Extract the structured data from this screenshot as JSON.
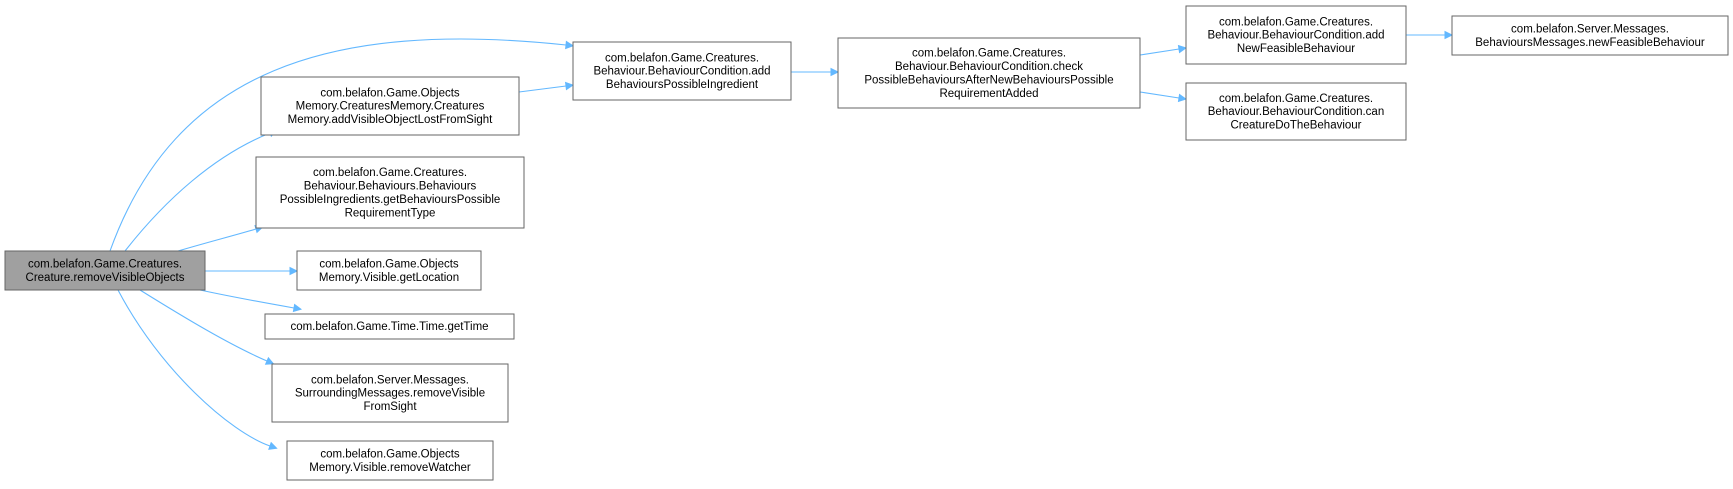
{
  "diagram": {
    "colors": {
      "edge": "#63b8ff",
      "node_border": "#666666",
      "root_fill": "#a0a0a0",
      "node_fill": "#ffffff"
    },
    "nodes": [
      {
        "id": "root",
        "lines": [
          "com.belafon.Game.Creatures.",
          "Creature.removeVisibleObjects"
        ],
        "root": true
      },
      {
        "id": "addBehavioursPossibleIngredient",
        "lines": [
          "com.belafon.Game.Creatures.",
          "Behaviour.BehaviourCondition.add",
          "BehavioursPossibleIngredient"
        ]
      },
      {
        "id": "addVisibleObjectLostFromSight",
        "lines": [
          "com.belafon.Game.Objects",
          "Memory.CreaturesMemory.Creatures",
          "Memory.addVisibleObjectLostFromSight"
        ]
      },
      {
        "id": "getBehavioursPossibleRequirementType",
        "lines": [
          "com.belafon.Game.Creatures.",
          "Behaviour.Behaviours.Behaviours",
          "PossibleIngredients.getBehavioursPossible",
          "RequirementType"
        ]
      },
      {
        "id": "getLocation",
        "lines": [
          "com.belafon.Game.Objects",
          "Memory.Visible.getLocation"
        ]
      },
      {
        "id": "getTime",
        "lines": [
          "com.belafon.Game.Time.Time.getTime"
        ]
      },
      {
        "id": "removeVisibleFromSight",
        "lines": [
          "com.belafon.Server.Messages.",
          "SurroundingMessages.removeVisible",
          "FromSight"
        ]
      },
      {
        "id": "removeWatcher",
        "lines": [
          "com.belafon.Game.Objects",
          "Memory.Visible.removeWatcher"
        ]
      },
      {
        "id": "checkPossibleBehaviours",
        "lines": [
          "com.belafon.Game.Creatures.",
          "Behaviour.BehaviourCondition.check",
          "PossibleBehavioursAfterNewBehavioursPossible",
          "RequirementAdded"
        ]
      },
      {
        "id": "addNewFeasibleBehaviour",
        "lines": [
          "com.belafon.Game.Creatures.",
          "Behaviour.BehaviourCondition.add",
          "NewFeasibleBehaviour"
        ]
      },
      {
        "id": "canCreatureDoTheBehaviour",
        "lines": [
          "com.belafon.Game.Creatures.",
          "Behaviour.BehaviourCondition.can",
          "CreatureDoTheBehaviour"
        ]
      },
      {
        "id": "newFeasibleBehaviour",
        "lines": [
          "com.belafon.Server.Messages.",
          "BehavioursMessages.newFeasibleBehaviour"
        ]
      }
    ],
    "edges": [
      {
        "from": "root",
        "to": "addBehavioursPossibleIngredient"
      },
      {
        "from": "root",
        "to": "addVisibleObjectLostFromSight"
      },
      {
        "from": "root",
        "to": "getBehavioursPossibleRequirementType"
      },
      {
        "from": "root",
        "to": "getLocation"
      },
      {
        "from": "root",
        "to": "getTime"
      },
      {
        "from": "root",
        "to": "removeVisibleFromSight"
      },
      {
        "from": "root",
        "to": "removeWatcher"
      },
      {
        "from": "addVisibleObjectLostFromSight",
        "to": "addBehavioursPossibleIngredient"
      },
      {
        "from": "addBehavioursPossibleIngredient",
        "to": "checkPossibleBehaviours"
      },
      {
        "from": "checkPossibleBehaviours",
        "to": "addNewFeasibleBehaviour"
      },
      {
        "from": "checkPossibleBehaviours",
        "to": "canCreatureDoTheBehaviour"
      },
      {
        "from": "addNewFeasibleBehaviour",
        "to": "newFeasibleBehaviour"
      }
    ]
  }
}
